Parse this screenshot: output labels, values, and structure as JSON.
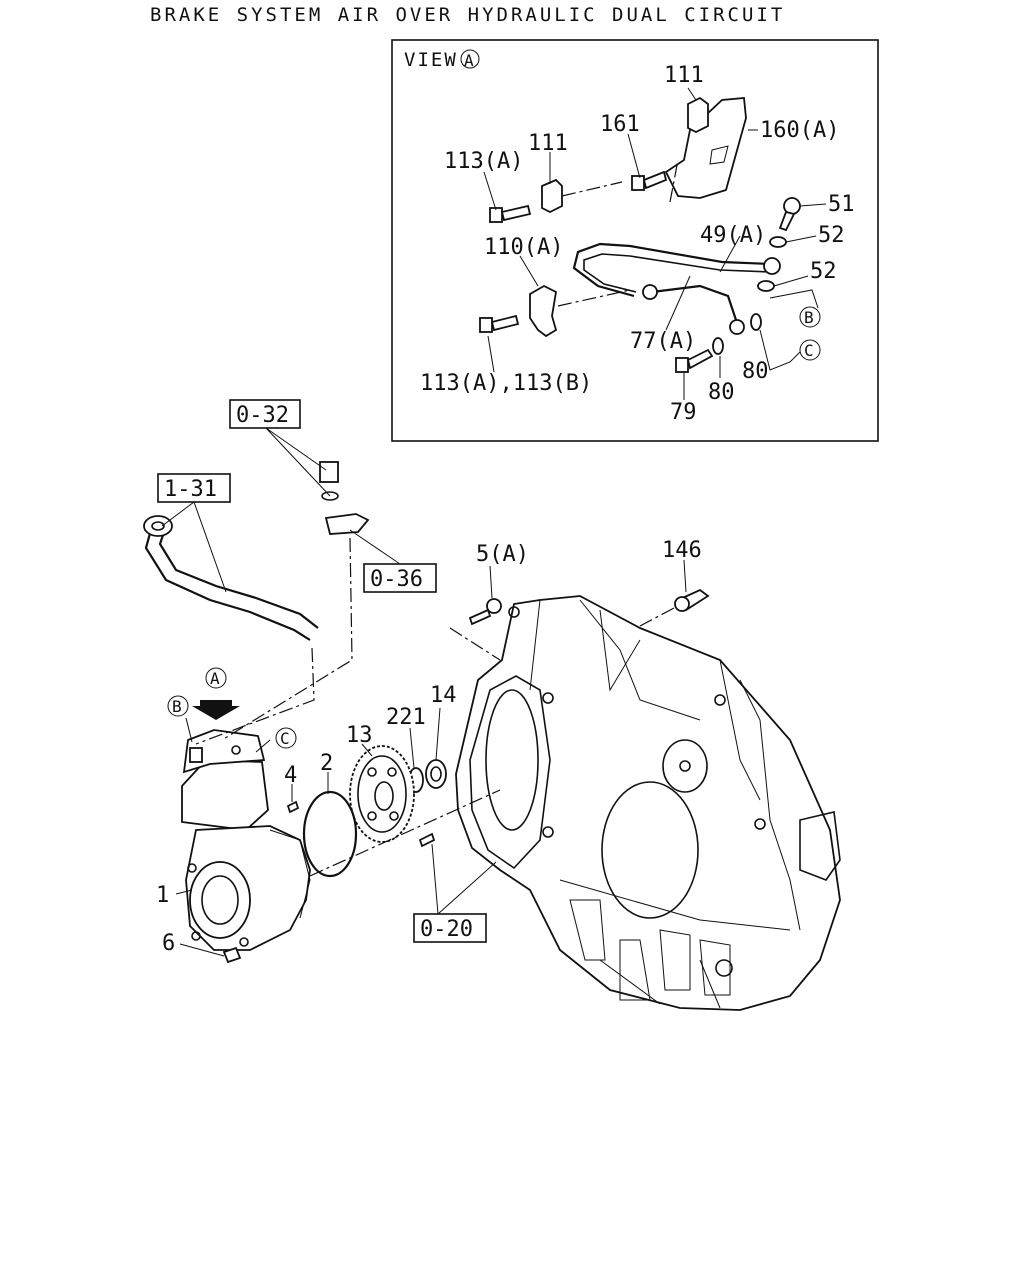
{
  "title": "BRAKE SYSTEM AIR OVER HYDRAULIC DUAL CIRCUIT",
  "view_box": {
    "heading": "VIEW",
    "heading_marker": "A",
    "labels": {
      "p111_top": "111",
      "p160a": "160(A)",
      "p161": "161",
      "p113a": "113(A)",
      "p111_left": "111",
      "p51": "51",
      "p52_a": "52",
      "p52_b": "52",
      "p49a": "49(A)",
      "p110a": "110(A)",
      "p77a": "77(A)",
      "p113ab": "113(A),113(B)",
      "p80_a": "80",
      "p80_b": "80",
      "p79": "79",
      "marker_b": "B",
      "marker_c": "C"
    }
  },
  "main": {
    "refs": {
      "r0_32": "0-32",
      "r1_31": "1-31",
      "r0_36": "0-36",
      "r0_20": "0-20"
    },
    "markers": {
      "a": "A",
      "b": "B",
      "c": "C"
    },
    "labels": {
      "p5a": "5(A)",
      "p146": "146",
      "p14": "14",
      "p221": "221",
      "p13": "13",
      "p2": "2",
      "p4": "4",
      "p1": "1",
      "p6": "6"
    }
  }
}
